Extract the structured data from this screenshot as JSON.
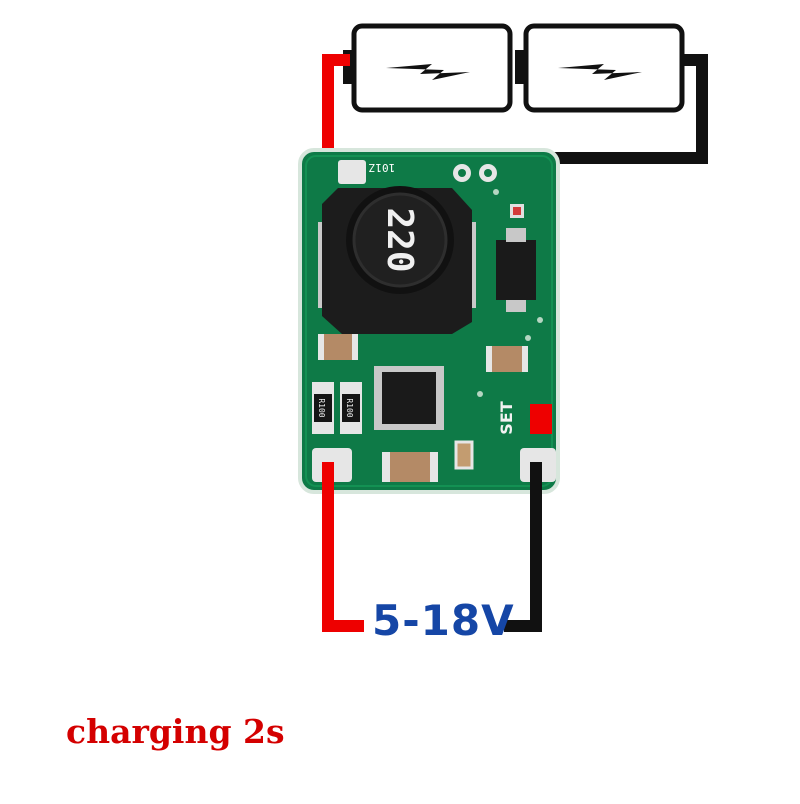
{
  "diagram": {
    "battery_count": 2,
    "inductor_marking": "220",
    "ic_marking": "101Z",
    "resistor_markings": [
      "R100",
      "R100"
    ],
    "set_label": "SET",
    "input_voltage_label": "5-18V",
    "caption": "charging 2s",
    "colors": {
      "pcb": "#0e7a47",
      "pcb_dark": "#0a5e36",
      "positive_wire": "#ee0000",
      "negative_wire": "#111111",
      "voltage_text": "#1546a6",
      "caption_text": "#d40000",
      "battery_outline": "#111111"
    },
    "icons": [
      "lightning-bolt-icon",
      "lightning-bolt-icon"
    ]
  }
}
